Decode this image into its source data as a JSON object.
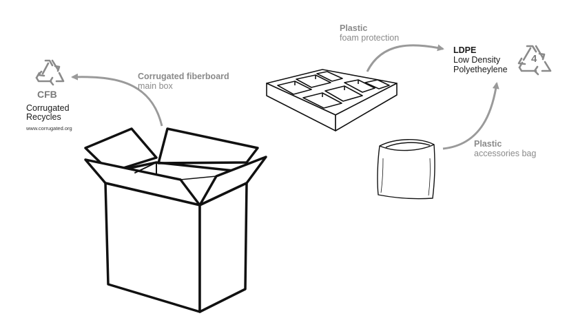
{
  "diagram": {
    "box": {
      "label_bold": "Corrugated fiberboard",
      "label_sub": "main box"
    },
    "foam": {
      "label_bold": "Plastic",
      "label_sub": "foam protection"
    },
    "bag": {
      "label_bold": "Plastic",
      "label_sub": "accessories bag"
    },
    "cfb_symbol": {
      "code": "CFB",
      "line1": "Corrugated",
      "line2": "Recycles",
      "url": "www.corrugated.org"
    },
    "ldpe_symbol": {
      "code": "LDPE",
      "line1": "Low Density",
      "line2": "Polyetheylene",
      "number": "4"
    },
    "colors": {
      "outline": "#111111",
      "arrow": "#9a9a9a",
      "symbol": "#8a8a8a"
    },
    "icons": [
      "recycle-icon",
      "recycle-icon",
      "arrow-icon",
      "arrow-icon",
      "arrow-icon"
    ]
  }
}
